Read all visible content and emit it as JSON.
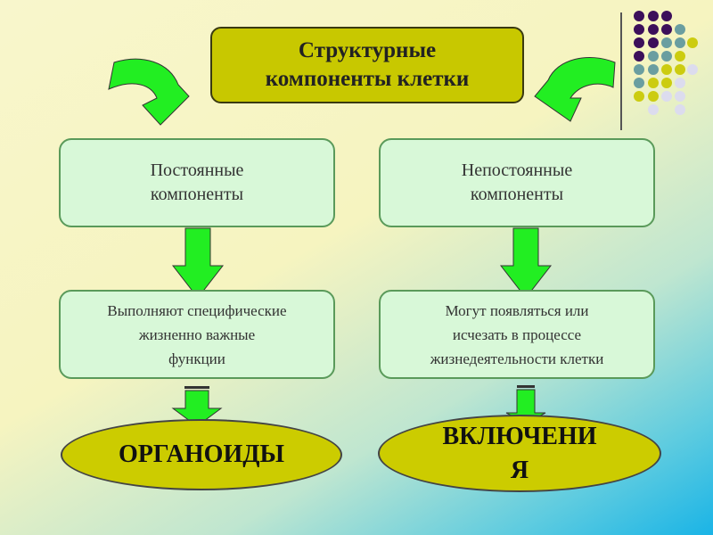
{
  "title": {
    "lines": [
      "Структурные",
      "компоненты клетки"
    ]
  },
  "left": {
    "category": [
      "Постоянные",
      "компоненты"
    ],
    "description": [
      "Выполняют специфические",
      "жизненно важные",
      "функции"
    ],
    "result": [
      "ОРГАНОИДЫ"
    ]
  },
  "right": {
    "category": [
      "Непостоянные",
      "компоненты"
    ],
    "description": [
      "Могут появляться или",
      "исчезать в процессе",
      "жизнедеятельности клетки"
    ],
    "result": [
      "ВКЛЮЧЕНИ",
      "Я"
    ]
  },
  "colors": {
    "box_fill": "#d8f8d8",
    "title_fill": "#c8c800",
    "ellipse_fill": "#cccc00",
    "arrow": "#22ee22",
    "purple": "#3c0f5a",
    "teal": "#6a9ea0",
    "yellow": "#cccc10",
    "lavender": "#dcdcee"
  }
}
